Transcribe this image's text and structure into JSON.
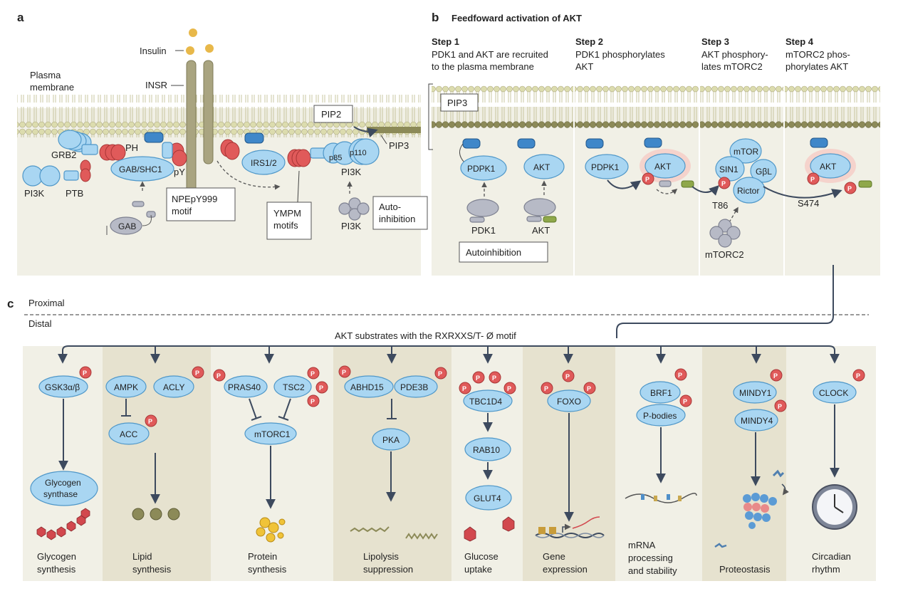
{
  "panel_labels": {
    "a": "a",
    "b": "b",
    "c": "c"
  },
  "panel_a": {
    "insulin": "Insulin",
    "insr": "INSR",
    "plasma_membrane": [
      "Plasma",
      "membrane"
    ],
    "pip2": "PIP2",
    "pip3": "PIP3",
    "grb2": "GRB2",
    "ph": "PH",
    "gab_shc1": "GAB/SHC1",
    "py": "pY",
    "pi3k": "PI3K",
    "ptb": "PTB",
    "gab": "GAB",
    "npepy999": [
      "NPEpY999",
      "motif"
    ],
    "irs": "IRS1/2",
    "ympm": [
      "YMPM",
      "motifs"
    ],
    "p85": "p85",
    "p110": "p110",
    "pi3k_right": "PI3K",
    "pi3k_inactive": "PI3K",
    "autoinhibition": [
      "Auto-",
      "inhibition"
    ]
  },
  "panel_b": {
    "title": "Feedfoward activation of AKT",
    "steps": [
      {
        "label": "Step 1",
        "desc": [
          "PDK1 and AKT are recruited",
          "to the plasma membrane"
        ]
      },
      {
        "label": "Step 2",
        "desc": [
          "PDK1 phosphorylates",
          "AKT"
        ]
      },
      {
        "label": "Step 3",
        "desc": [
          "AKT phosphory-",
          "lates mTORC2"
        ]
      },
      {
        "label": "Step 4",
        "desc": [
          "mTORC2 phos-",
          "phorylates AKT"
        ]
      }
    ],
    "pip3": "PIP3",
    "pdpk1": "PDPK1",
    "akt": "AKT",
    "pdk1_small": "PDK1",
    "akt_small": "AKT",
    "autoinhibition": "Autoinhibition",
    "mtor": "mTOR",
    "sin1": "SIN1",
    "gbl": "GβL",
    "rictor": "Rictor",
    "t86": "T86",
    "mtorc2": "mTORC2",
    "s474": "S474",
    "p": "P"
  },
  "panel_c": {
    "proximal": "Proximal",
    "distal": "Distal",
    "header": "AKT substrates with the RXRXXS/T- Ø motif",
    "nodes": {
      "gsk3": "GSK3α/β",
      "glycogen_synthase": [
        "Glycogen",
        "synthase"
      ],
      "ampk": "AMPK",
      "acly": "ACLY",
      "acc": "ACC",
      "pras40": "PRAS40",
      "tsc2": "TSC2",
      "mtorc1": "mTORC1",
      "abhd15": "ABHD15",
      "pde3b": "PDE3B",
      "pka": "PKA",
      "tbc1d4": "TBC1D4",
      "rab10": "RAB10",
      "glut4": "GLUT4",
      "foxo": "FOXO",
      "brf1": "BRF1",
      "pbodies": "P-bodies",
      "mindy1": "MINDY1",
      "mindy4": "MINDY4",
      "clock": "CLOCK"
    },
    "outcomes": [
      [
        "Glycogen",
        "synthesis"
      ],
      [
        "Lipid",
        "synthesis"
      ],
      [
        "Protein",
        "synthesis"
      ],
      [
        "Lipolysis",
        "suppression"
      ],
      [
        "Glucose",
        "uptake"
      ],
      [
        "Gene",
        "expression"
      ],
      [
        "mRNA",
        "processing",
        "and stability"
      ],
      [
        "Proteostasis"
      ],
      [
        "Circadian",
        "rhythm"
      ]
    ]
  },
  "colors": {
    "protein": "#a9d6f2",
    "phospho": "#e05a5a",
    "membrane": "#d9d7a4",
    "background": "#f1f0e6"
  }
}
